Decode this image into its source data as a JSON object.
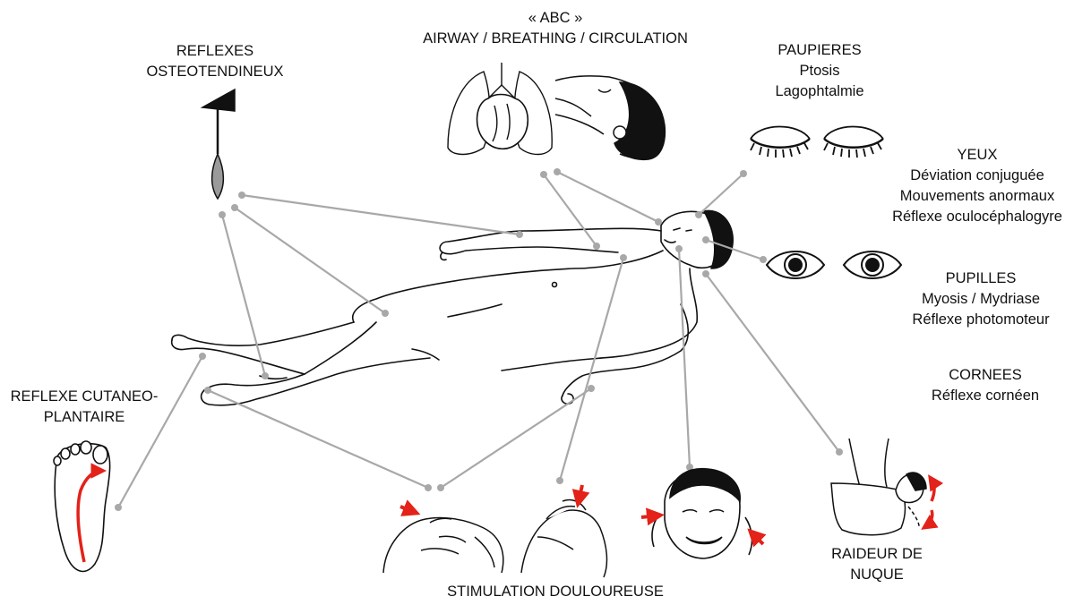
{
  "labels": {
    "abc": [
      "« ABC »",
      "AIRWAY / BREATHING / CIRCULATION"
    ],
    "reflexes_osteo": [
      "REFLEXES",
      "OSTEOTENDINEUX"
    ],
    "paupieres": [
      "PAUPIERES",
      "Ptosis",
      "Lagophtalmie"
    ],
    "yeux": [
      "YEUX",
      "Déviation conjuguée",
      "Mouvements anormaux",
      "Réflexe oculocéphalogyre"
    ],
    "pupilles": [
      "PUPILLES",
      "Myosis / Mydriase",
      "Réflexe photomoteur"
    ],
    "cornees": [
      "CORNEES",
      "Réflexe cornéen"
    ],
    "reflexe_cutaneo": [
      "REFLEXE CUTANEO-",
      "PLANTAIRE"
    ],
    "raideur": [
      "RAIDEUR DE",
      "NUQUE"
    ],
    "stimulation": [
      "STIMULATION DOULOUREUSE"
    ]
  },
  "icons": {
    "reflex_hammer": "reflex-hammer-icon",
    "lungs_heart": "lungs-heart-icon",
    "head_airway": "head-airway-icon",
    "closed_eyes": "closed-eye-icon",
    "open_eyes": "open-eye-icon",
    "foot_sole": "foot-sole-icon",
    "pain_hands": "pain-stimulation-hands-icon",
    "pain_face": "pain-stimulation-face-icon",
    "neck_stiffness": "neck-stiffness-icon",
    "body": "lying-patient-body"
  },
  "colors": {
    "connector": "#a8a8a8",
    "arrow": "#e32219",
    "ink": "#111111"
  }
}
